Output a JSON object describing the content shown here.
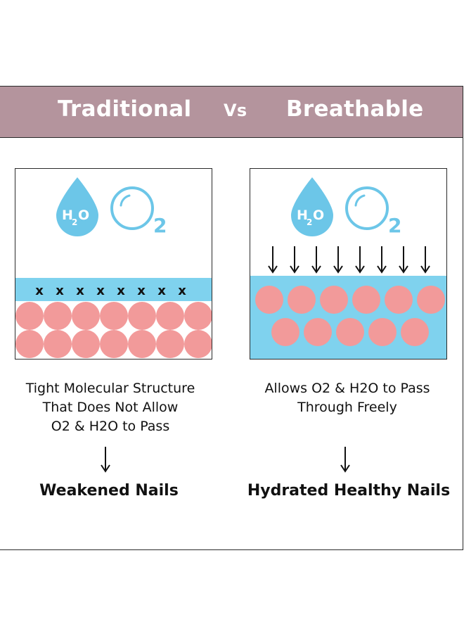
{
  "header": {
    "left_title": "Traditional",
    "vs": "Vs",
    "right_title": "Breathable"
  },
  "icons": {
    "water_label_main": "H",
    "water_label_sub": "2",
    "water_label_end": "O",
    "oxygen_sub": "2"
  },
  "left": {
    "blocked_marks": [
      "x",
      "x",
      "x",
      "x",
      "x",
      "x",
      "x",
      "x"
    ],
    "caption_lines": [
      "Tight Molecular Structure",
      "That Does Not Allow",
      "O2 & H2O to Pass"
    ],
    "result": "Weakened Nails"
  },
  "right": {
    "caption_lines": [
      "Allows O2 & H2O to Pass",
      "Through Freely"
    ],
    "result": "Hydrated Healthy Nails"
  },
  "colors": {
    "header_bg": "#b4949d",
    "water_blue": "#7fd2ee",
    "icon_blue": "#6cc6e8",
    "molecule_pink": "#f29a9a"
  }
}
